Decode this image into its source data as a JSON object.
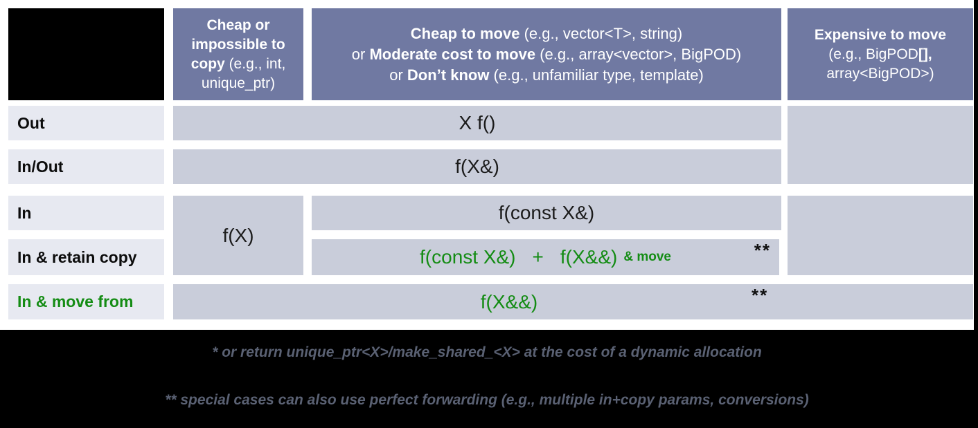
{
  "colors": {
    "header_bg": "#7079a2",
    "cell_bg": "#c9cdda",
    "label_bg": "#e7e9f1",
    "green": "#148c14",
    "footnote_fg": "#5a6173"
  },
  "header": {
    "col1": {
      "bold": "Cheap or impossible to copy",
      "rest": " (e.g., int, unique_ptr)"
    },
    "col2": {
      "l1_bold": "Cheap to move",
      "l1_rest": " (e.g., vector<T>, string)",
      "l2_pre": "or ",
      "l2_bold": "Moderate cost to move",
      "l2_rest": " (e.g., array<vector>, BigPOD)",
      "l3_pre": "or ",
      "l3_bold": "Don’t know",
      "l3_rest": " (e.g., unfamiliar type, template)"
    },
    "col3": {
      "l1_bold": "Expensive to move",
      "l2_pre": "(e.g., BigPOD",
      "l2_bold": "[],",
      "l3": "array<BigPOD>)"
    }
  },
  "rows": {
    "out": {
      "label": "Out",
      "cell": "X f()"
    },
    "inout": {
      "label": "In/Out",
      "cell": "f(X&)"
    },
    "in": {
      "label": "In",
      "cell": "f(const X&)"
    },
    "copy_cell": "f(X)",
    "retain": {
      "label": "In & retain copy",
      "p1": "f(const X&)",
      "plus": "+",
      "p2": "f(X&&)",
      "small": "& move",
      "marker": "**"
    },
    "movefrom": {
      "label": "In & move from",
      "cell": "f(X&&)",
      "marker": "**"
    }
  },
  "footnotes": {
    "line1": "* or return unique_ptr<X>/make_shared_<X> at the cost of a dynamic allocation",
    "line2": "** special cases can also use perfect forwarding (e.g., multiple in+copy params, conversions)"
  }
}
